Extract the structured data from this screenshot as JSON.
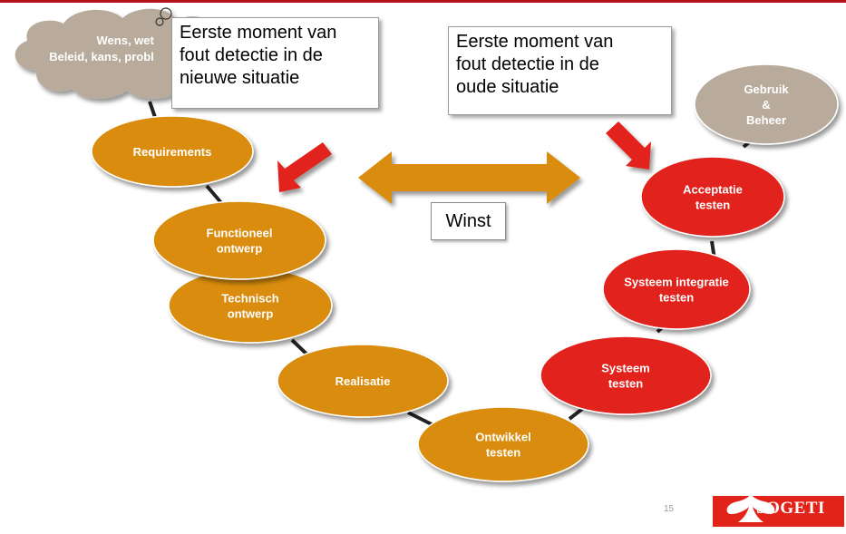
{
  "colors": {
    "top_rule": "#b5121b",
    "phase_fill": "#d98c0b",
    "test_fill": "#e2231a",
    "cloud_fill": "#b8ab9c",
    "user_fill": "#b8ab9c",
    "arrow_red": "#e2231a",
    "double_arrow": "#d98c0b",
    "logo_red": "#e2231a"
  },
  "cloud": {
    "lines": [
      "Wens, wet",
      "Beleid, kans, probl"
    ]
  },
  "phases": [
    {
      "id": "requirements",
      "lines": [
        "Requirements"
      ]
    },
    {
      "id": "functioneel-ontwerp",
      "lines": [
        "Functioneel",
        "ontwerp"
      ]
    },
    {
      "id": "technisch-ontwerp",
      "lines": [
        "Technisch",
        "ontwerp"
      ]
    },
    {
      "id": "realisatie",
      "lines": [
        "Realisatie"
      ]
    },
    {
      "id": "ontwikkel-testen",
      "lines": [
        "Ontwikkel",
        "testen"
      ]
    },
    {
      "id": "systeem-testen",
      "lines": [
        "Systeem",
        "testen"
      ]
    },
    {
      "id": "systeem-integratie-testen",
      "lines": [
        "Systeem integratie",
        "testen"
      ]
    },
    {
      "id": "acceptatie-testen",
      "lines": [
        "Acceptatie",
        "testen"
      ]
    },
    {
      "id": "gebruik-beheer",
      "lines": [
        "Gebruik",
        "&",
        "Beheer"
      ]
    }
  ],
  "callout_new": {
    "lines": [
      "Eerste moment van",
      "fout detectie in de",
      "nieuwe situatie"
    ]
  },
  "callout_old": {
    "lines": [
      "Eerste moment van",
      "fout detectie in de",
      "oude situatie"
    ]
  },
  "winst_label": "Winst",
  "page_number": "15",
  "logo": {
    "text": "SOGETI"
  }
}
